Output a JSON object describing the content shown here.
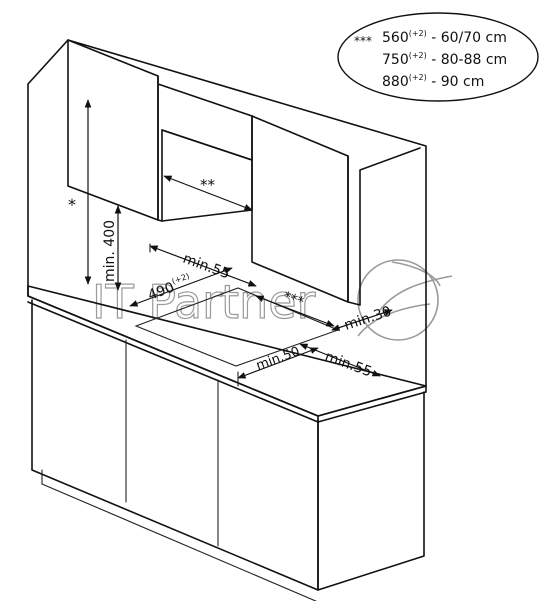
{
  "legend": {
    "marker": "***",
    "rows": [
      {
        "a": "560",
        "sup": "(+2)",
        "b": " - 60/70 cm"
      },
      {
        "a": "750",
        "sup": "(+2)",
        "b": " - 80-88 cm"
      },
      {
        "a": "880",
        "sup": "(+2)",
        "b": " - 90 cm"
      }
    ]
  },
  "dimensions": {
    "height_marker": "*",
    "hood_width": "**",
    "min_400": "min. 400",
    "min_55_back": "min.55",
    "cutout_490": "490",
    "cutout_490_sup": "(+2)",
    "cutout_width": "***",
    "min_30": "min.30",
    "min_50": "min.50",
    "min_55_side": "min.55"
  },
  "watermark": {
    "text": "IT Partner"
  },
  "colors": {
    "line": "#111111",
    "watermark": "#9a9a9a",
    "background": "#ffffff"
  }
}
